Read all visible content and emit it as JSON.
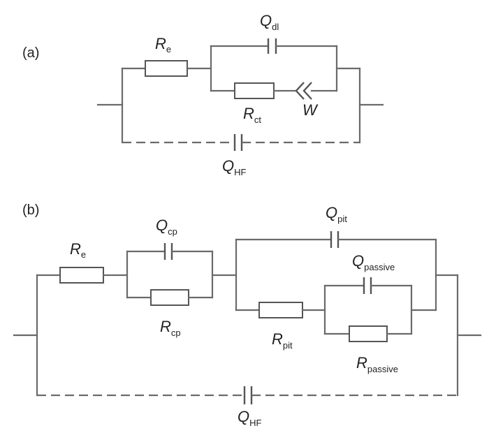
{
  "panel_a": {
    "tag": "(a)",
    "re": {
      "symbol": "R",
      "sub": "e"
    },
    "qdl": {
      "symbol": "Q",
      "sub": "dl"
    },
    "rct": {
      "symbol": "R",
      "sub": "ct"
    },
    "w": {
      "symbol": "W"
    },
    "qhf": {
      "symbol": "Q",
      "sub": "HF"
    }
  },
  "panel_b": {
    "tag": "(b)",
    "re": {
      "symbol": "R",
      "sub": "e"
    },
    "qcp": {
      "symbol": "Q",
      "sub": "cp"
    },
    "rcp": {
      "symbol": "R",
      "sub": "cp"
    },
    "qpit": {
      "symbol": "Q",
      "sub": "pit"
    },
    "rpit": {
      "symbol": "R",
      "sub": "pit"
    },
    "qpassive": {
      "symbol": "Q",
      "sub": "passive"
    },
    "rpassive": {
      "symbol": "R",
      "sub": "passive"
    },
    "qhf": {
      "symbol": "Q",
      "sub": "HF"
    }
  },
  "colors": {
    "wire": "#6a6a6a",
    "component": "#555555",
    "text": "#222222"
  }
}
